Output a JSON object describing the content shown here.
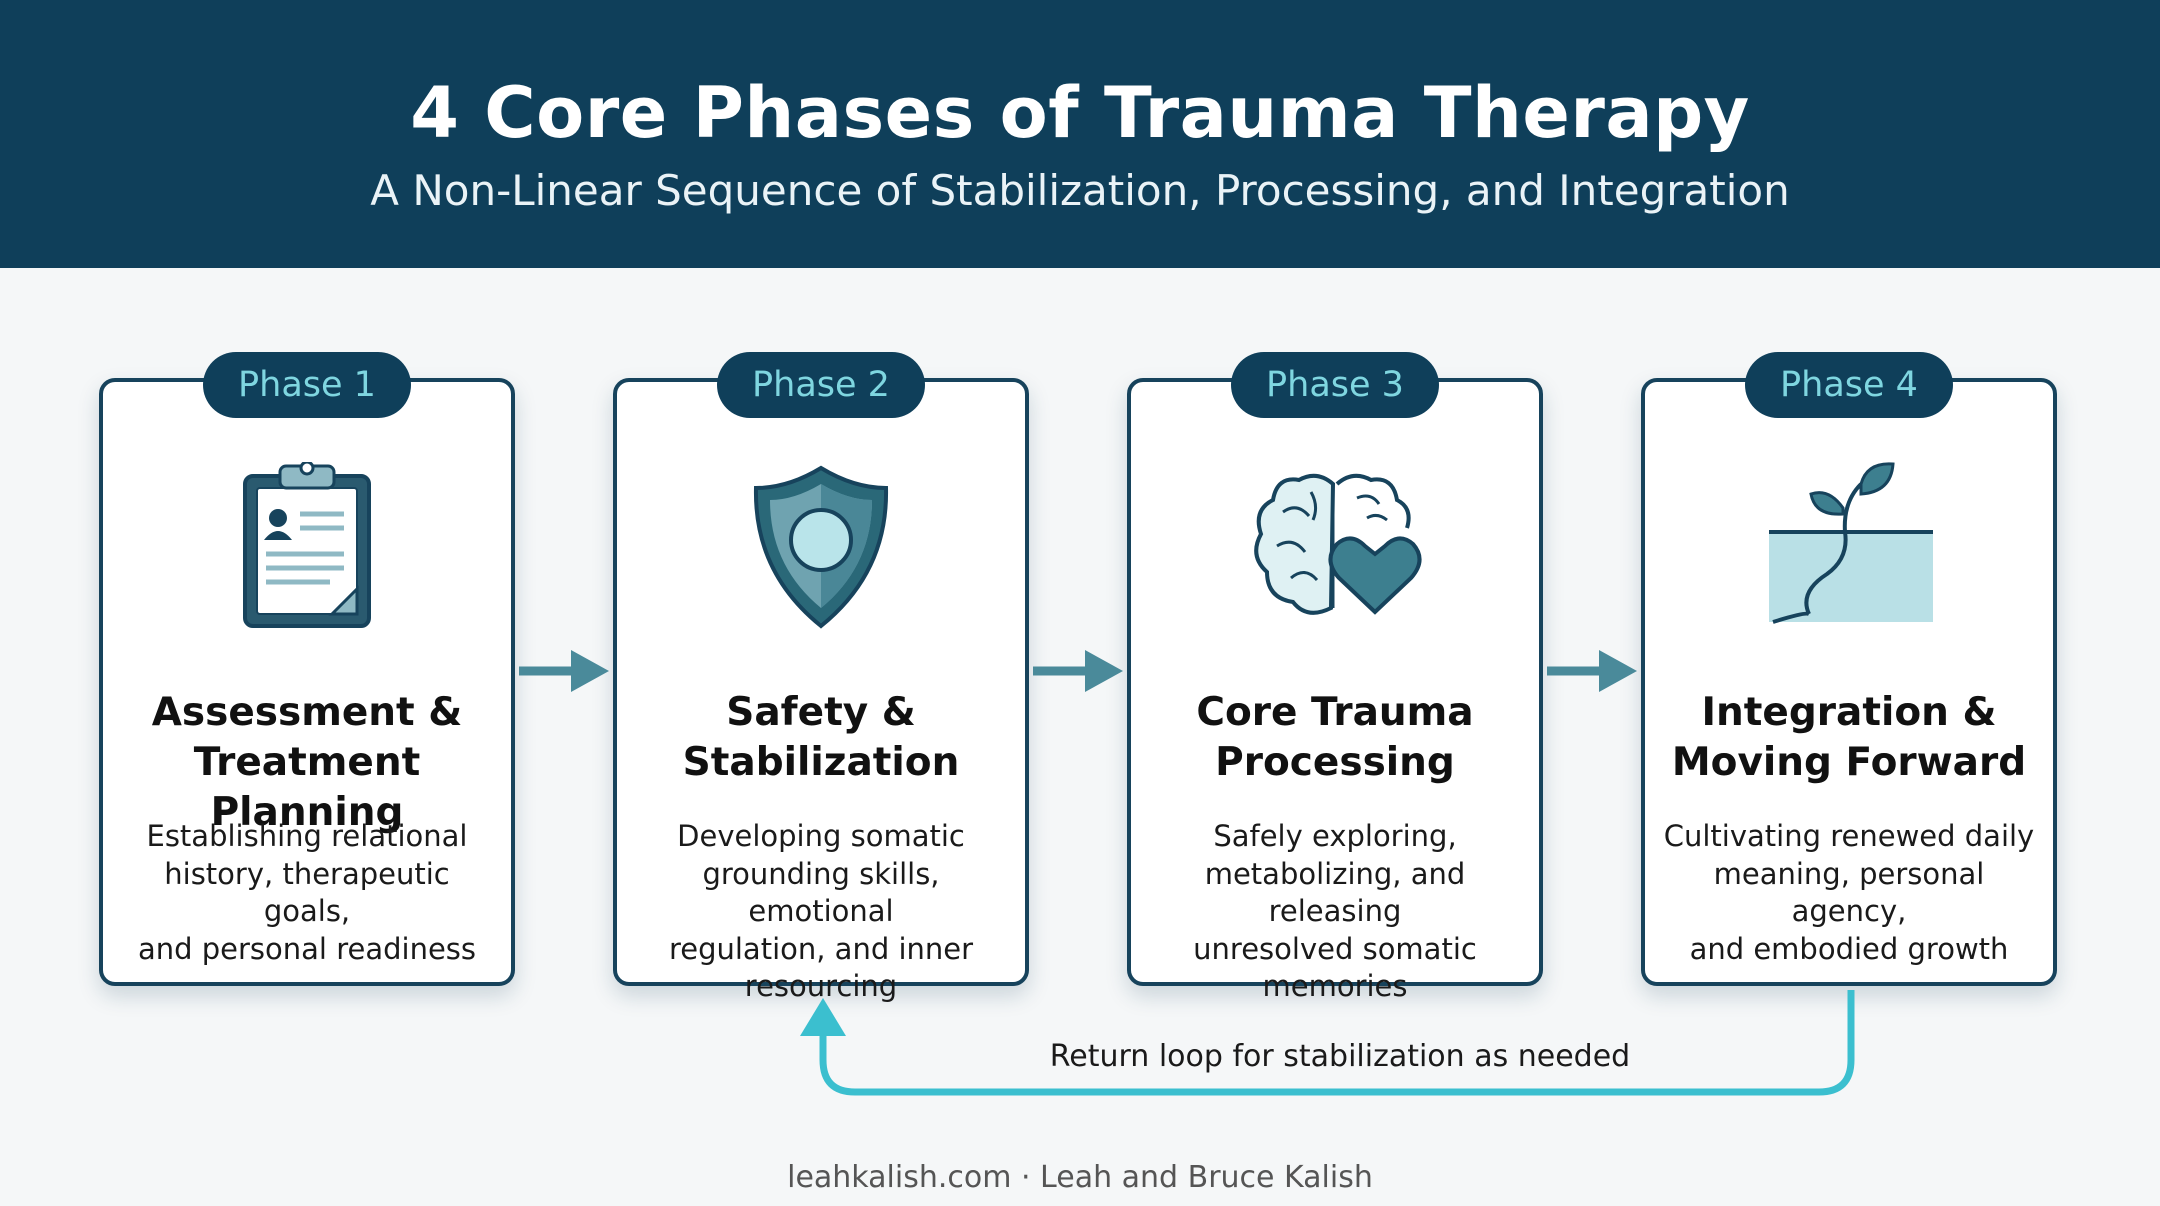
{
  "header": {
    "title": "4 Core Phases of Trauma Therapy",
    "subtitle": "A Non-Linear Sequence of Stabilization, Processing, and Integration"
  },
  "phases": [
    {
      "badge": "Phase 1",
      "icon": "clipboard-icon",
      "title": "Assessment &\nTreatment Planning",
      "description": "Establishing relational\nhistory, therapeutic goals,\nand personal readiness"
    },
    {
      "badge": "Phase 2",
      "icon": "shield-icon",
      "title": "Safety &\nStabilization",
      "description": "Developing somatic\ngrounding skills, emotional\nregulation, and inner\nresourcing"
    },
    {
      "badge": "Phase 3",
      "icon": "brain-heart-icon",
      "title": "Core Trauma\nProcessing",
      "description": "Safely exploring,\nmetabolizing, and releasing\nunresolved somatic\nmemories"
    },
    {
      "badge": "Phase 4",
      "icon": "sprout-icon",
      "title": "Integration &\nMoving Forward",
      "description": "Cultivating renewed daily\nmeaning, personal agency,\nand embodied growth"
    }
  ],
  "loop": {
    "label": "Return loop for stabilization as needed"
  },
  "footer": {
    "text": "leahkalish.com · Leah and Bruce Kalish"
  },
  "colors": {
    "header_bg": "#0f3f5a",
    "accent": "#3bbfcf",
    "arrow": "#4a8a9a"
  }
}
